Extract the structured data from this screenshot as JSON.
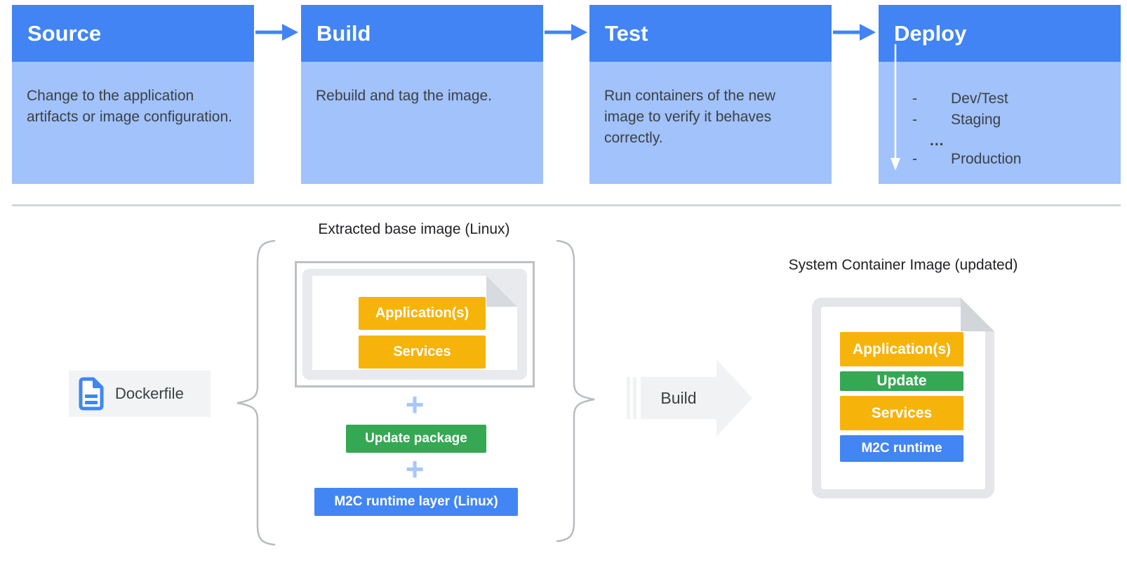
{
  "pipeline": {
    "deploy_dash": "-",
    "stages": [
      {
        "title": "Source",
        "description": "Change to the application artifacts or image configuration."
      },
      {
        "title": "Build",
        "description": "Rebuild and tag the image."
      },
      {
        "title": "Test",
        "description": "Run containers of the new image to verify it behaves correctly."
      },
      {
        "title": "Deploy",
        "items": [
          "Dev/Test",
          "Staging",
          "...",
          "Production"
        ]
      }
    ]
  },
  "docker_build": {
    "dockerfile_label": "Dockerfile",
    "base_image_title": "Extracted base image (Linux)",
    "base_layers": {
      "app": "Application(s)",
      "services": "Services"
    },
    "plus": "+",
    "update_package": "Update package",
    "runtime_layer": "M2C runtime layer (Linux)",
    "build_label": "Build",
    "result_title": "System Container Image (updated)",
    "result_layers": {
      "app": "Application(s)",
      "update": "Update",
      "services": "Services",
      "runtime": "M2C runtime"
    }
  },
  "icons": {
    "dockerfile_icon": "blue-document-icon",
    "stage_arrow_icon": "blue-right-arrow",
    "deploy_sequence_icon": "white-down-arrow",
    "build_arrow_icon": "gray-right-arrow",
    "brace_left_icon": "left-curly-brace",
    "brace_right_icon": "right-curly-brace"
  },
  "colors": {
    "stage_header_blue": "#4284f4",
    "stage_body_blue": "#a1c2fb",
    "layer_yellow": "#f6b40b",
    "layer_green": "#34a853",
    "layer_blue": "#4285f4",
    "plus_blue": "#a8c7fa",
    "text_gray": "#3c4043",
    "brace_gray": "#b7bbc1",
    "doc_gray": "#e4e6e9"
  }
}
